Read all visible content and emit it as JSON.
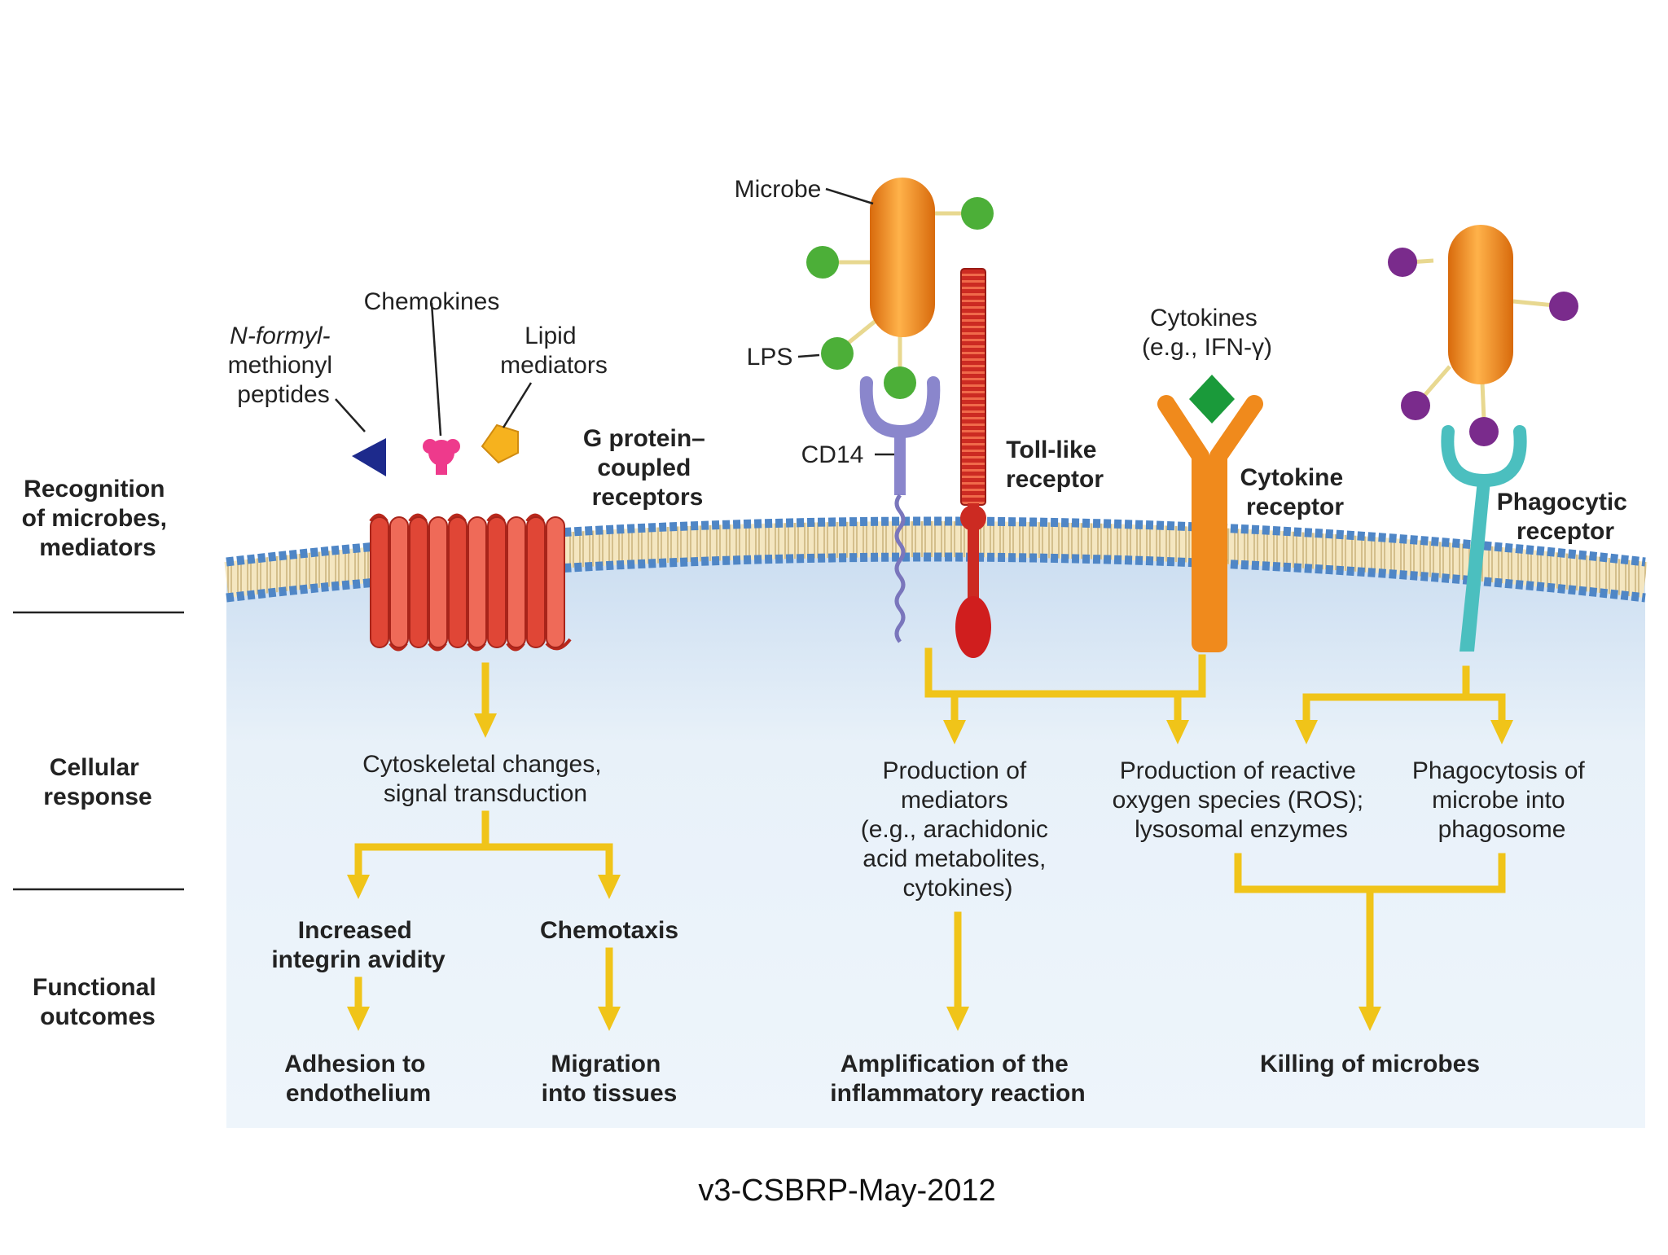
{
  "side_labels": {
    "recognition": [
      "Recognition",
      "of microbes,",
      "mediators"
    ],
    "cellular": [
      "Cellular",
      "response"
    ],
    "functional": [
      "Functional",
      "outcomes"
    ]
  },
  "ligands": {
    "nformyl": [
      "N-formyl-",
      "methionyl",
      "peptides"
    ],
    "chemokines": "Chemokines",
    "lipid": [
      "Lipid",
      "mediators"
    ],
    "microbe": "Microbe",
    "lps": "LPS",
    "cd14": "CD14",
    "cytokines": [
      "Cytokines",
      "(e.g., IFN-γ)"
    ]
  },
  "receptors": {
    "gpcr": [
      "G protein–",
      "coupled",
      "receptors"
    ],
    "tlr": [
      "Toll-like",
      "receptor"
    ],
    "cytokine": [
      "Cytokine",
      "receptor"
    ],
    "phagocytic": [
      "Phagocytic",
      "receptor"
    ]
  },
  "responses": {
    "cytoskeletal": [
      "Cytoskeletal changes,",
      "signal transduction"
    ],
    "mediators": [
      "Production of",
      "mediators",
      "(e.g., arachidonic",
      "acid metabolites,",
      "cytokines)"
    ],
    "ros": [
      "Production of reactive",
      "oxygen species (ROS);",
      "lysosomal enzymes"
    ],
    "phagocytosis": [
      "Phagocytosis of",
      "microbe into",
      "phagosome"
    ]
  },
  "outcomes": {
    "integrin": [
      "Increased",
      "integrin avidity"
    ],
    "chemotaxis": "Chemotaxis",
    "adhesion": [
      "Adhesion to",
      "endothelium"
    ],
    "migration": [
      "Migration",
      "into tissues"
    ],
    "amplification": [
      "Amplification of the",
      "inflammatory reaction"
    ],
    "killing": "Killing of microbes"
  },
  "footer": "v3-CSBRP-May-2012",
  "colors": {
    "arrow": "#f0c419",
    "microbe": "#f08a1c",
    "lps": "#4caf38",
    "membrane": "#4f86c6",
    "cytoplasm": "#e6f0f8",
    "gpcr": "#e04636",
    "tlr": "#cc2a22",
    "cd14": "#8a86cc",
    "cytokine_receptor": "#f08a1c",
    "phagocytic_receptor": "#4bbfbf",
    "phagocytic_ligand": "#7a2b8c"
  }
}
